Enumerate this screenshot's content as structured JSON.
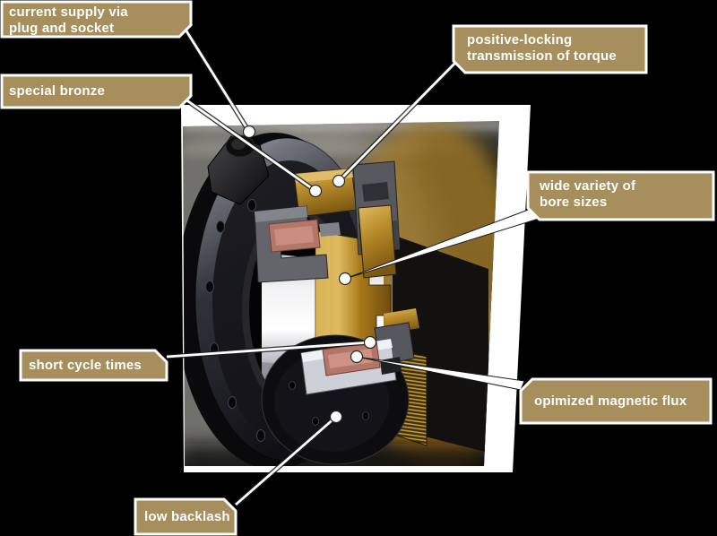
{
  "figure": {
    "subject": "electromagnetic clutch cutaway illustration",
    "style": "feature callout diagram"
  },
  "labels": [
    {
      "id": "current-supply",
      "line1": "current supply via",
      "line2": "plug and socket"
    },
    {
      "id": "special-bronze",
      "line1": "special bronze",
      "line2": ""
    },
    {
      "id": "positive-locking",
      "line1": "positive-locking",
      "line2": "transmission of torque"
    },
    {
      "id": "wide-variety",
      "line1": "wide variety of",
      "line2": "bore sizes"
    },
    {
      "id": "short-cycle",
      "line1": "short cycle times",
      "line2": ""
    },
    {
      "id": "optimized-flux",
      "line1": "opimized magnetic flux",
      "line2": ""
    },
    {
      "id": "low-backlash",
      "line1": "low backlash",
      "line2": ""
    }
  ],
  "colors": {
    "background": "#000000",
    "sheet": "#ffffff",
    "label_bg": "#a68f5c",
    "label_border": "#ffffff",
    "label_text": "#ffffff",
    "leader_line": "#ffffff",
    "callout_dot": "#ffffff",
    "gold": "#b98b2b",
    "coil_salmon": "#b5766a",
    "metal_gray": "#57595e"
  }
}
